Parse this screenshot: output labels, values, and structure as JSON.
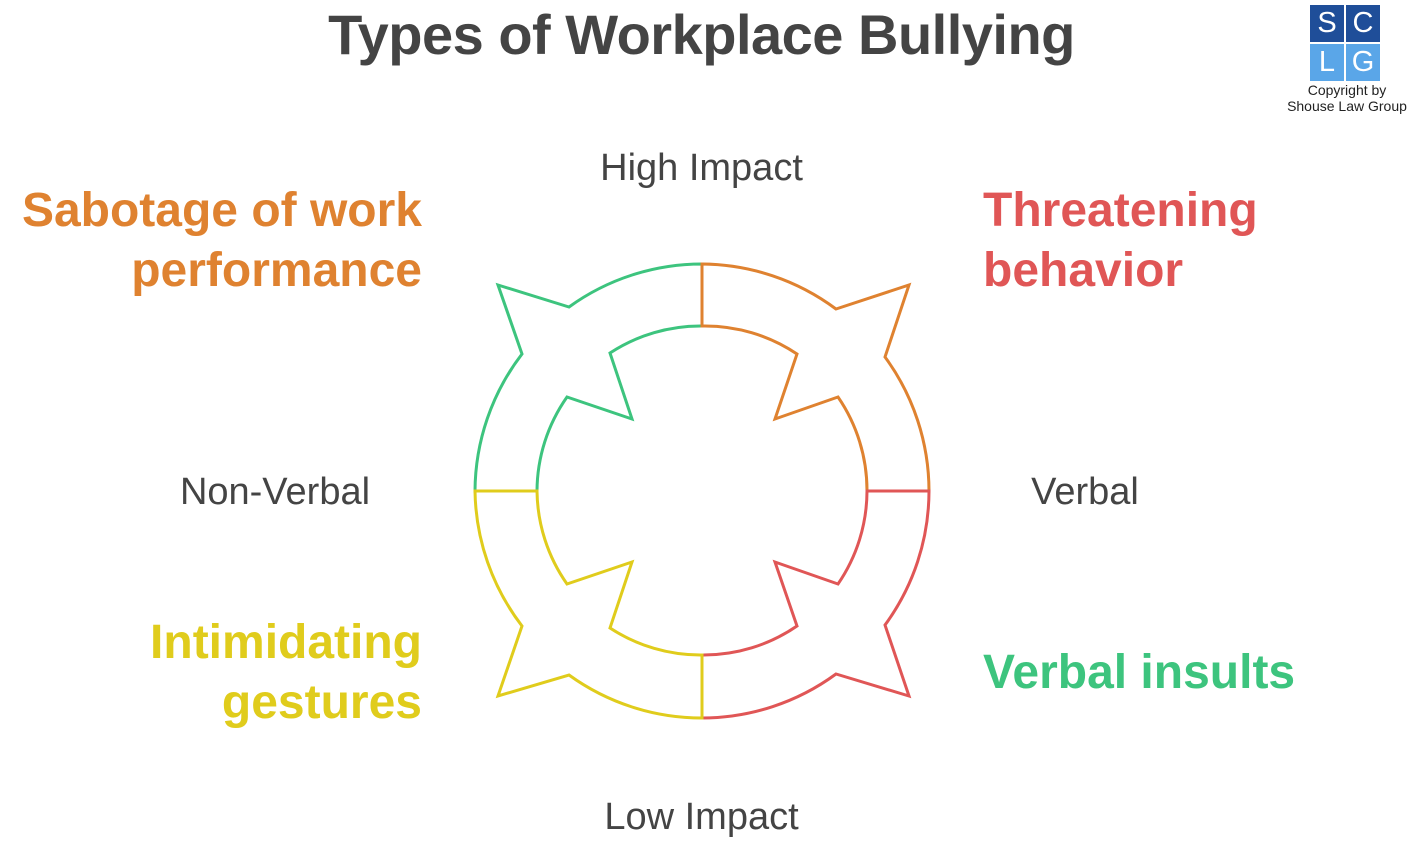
{
  "title": "Types of Workplace Bullying",
  "axes": {
    "top": "High Impact",
    "bottom": "Low Impact",
    "left": "Non-Verbal",
    "right": "Verbal"
  },
  "quadrants": {
    "top_left": {
      "lines": [
        "Sabotage of work",
        "performance"
      ],
      "color": "#df8230"
    },
    "top_right": {
      "lines": [
        "Threatening",
        "behavior"
      ],
      "color": "#e05656"
    },
    "bottom_left": {
      "lines": [
        "Intimidating",
        "gestures"
      ],
      "color": "#e0cc1c"
    },
    "bottom_right": {
      "lines": [
        "Verbal insults"
      ],
      "color": "#3dc47e"
    }
  },
  "segment_colors": {
    "top_left": "#3dc47e",
    "top_right": "#df8230",
    "bottom_right": "#e05656",
    "bottom_left": "#e0cc1c"
  },
  "logo": {
    "letters": [
      "S",
      "C",
      "L",
      "G"
    ],
    "colors": [
      "#1f4e99",
      "#1f4e99",
      "#5aa6e8",
      "#5aa6e8"
    ],
    "copyright_lines": [
      "Copyright by",
      "Shouse Law Group"
    ]
  }
}
